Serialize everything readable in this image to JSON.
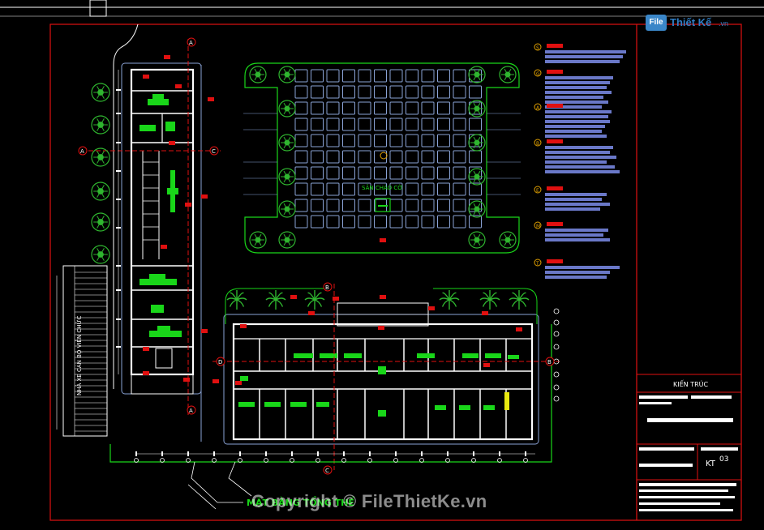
{
  "logo": {
    "badge": "File",
    "text": "Thiết Kế",
    "sub": ".vn"
  },
  "drawing": {
    "courtyard_label": "SÂN CHÀO CỜ",
    "bike_parking_label": "NHÀ XE CÁN BỘ VIÊN CHỨC",
    "plan_title": "MẶT BẰNG TỔNG THỂ",
    "axis_labels": [
      "A",
      "B",
      "C",
      "D",
      "B",
      "A",
      "C"
    ]
  },
  "title_block": {
    "discipline": "KIẾN TRÚC",
    "sheet_code_prefix": "KT",
    "sheet_number": "03"
  },
  "legend": {
    "markers": [
      "S",
      "G",
      "A",
      "B",
      "E",
      "M",
      "T"
    ]
  },
  "watermark": "Copyright © FileThietKe.vn",
  "colors": {
    "background": "#000000",
    "frame_red": "#e01010",
    "wall_white": "#ffffff",
    "accent_green": "#19d619",
    "tree_green": "#2fb52f",
    "grid_blue": "#8aa3d6",
    "legend_blue": "#6a78c8"
  }
}
